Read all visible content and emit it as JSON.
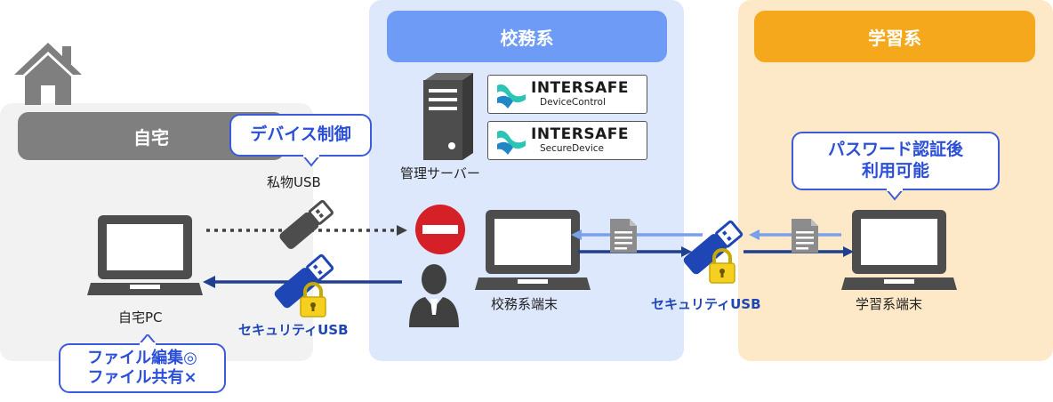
{
  "sections": {
    "home": "自宅",
    "school_affairs": "校務系",
    "learning": "学習系"
  },
  "callouts": {
    "device_control": "デバイス制御",
    "password_line1": "パスワード認証後",
    "password_line2": "利用可能",
    "home_line1": "ファイル編集◎",
    "home_line2": "ファイル共有×"
  },
  "labels": {
    "private_usb": "私物USB",
    "home_pc": "自宅PC",
    "security_usb_left": "セキュリティUSB",
    "security_usb_right": "セキュリティUSB",
    "management_server": "管理サーバー",
    "school_terminal": "校務系端末",
    "learning_terminal": "学習系端末"
  },
  "products": [
    {
      "brand": "INTERSAFE",
      "sub": "DeviceControl"
    },
    {
      "brand": "INTERSAFE",
      "sub": "SecureDevice"
    }
  ],
  "colors": {
    "home_bg": "#f2f2f2",
    "home_header": "#7f7f7f",
    "school_bg": "#dde8fc",
    "school_header": "#6e9bf6",
    "learning_bg": "#fde9c8",
    "learning_header": "#f5a81c",
    "accent_blue": "#1f46b5",
    "arrow_dark": "#1f3f8f",
    "arrow_light": "#7aa0ea",
    "block_red": "#d62027"
  }
}
